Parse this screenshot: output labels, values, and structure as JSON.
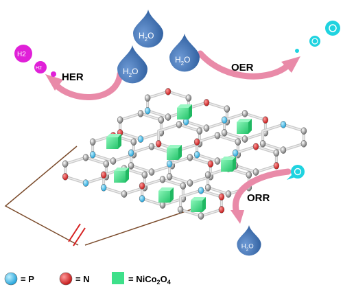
{
  "labels": {
    "her": "HER",
    "oer": "OER",
    "orr": "ORR"
  },
  "molecules": {
    "h2o": "H2O",
    "h2": "H2",
    "o2": "O2"
  },
  "legend": {
    "p": "= P",
    "n": "= N",
    "nico2o4_prefix": "= NiCo",
    "nico2o4_sub1": "2",
    "nico2o4_mid": "O",
    "nico2o4_sub2": "4"
  },
  "colors": {
    "water_drop": "#3f72b6",
    "h2": "#e020d8",
    "o2": "#1fd3e0",
    "arrow": "#e98aa8",
    "nico2o4": "#3ee08a",
    "phosphorus": "#2fb8ee",
    "nitrogen": "#e02020",
    "circuit": "#7a4a2a",
    "battery": "#d62020"
  }
}
